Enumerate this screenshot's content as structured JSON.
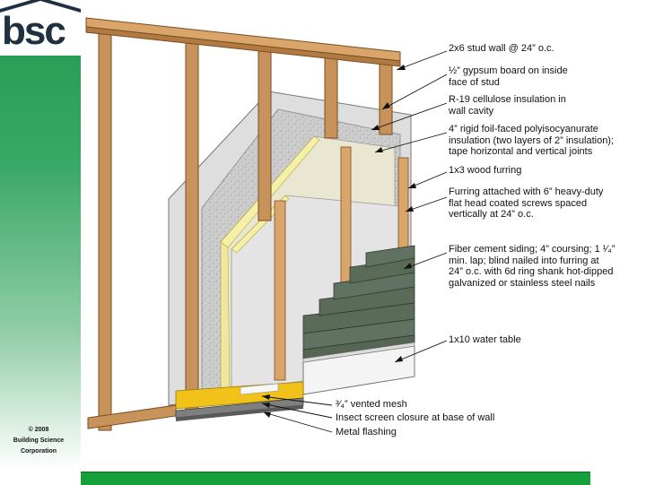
{
  "logo": {
    "text": "bsc"
  },
  "copyright": {
    "line1": "© 2008",
    "line2": "Building Science",
    "line3": "Corporation"
  },
  "callouts": {
    "stud_wall": [
      "2x6 stud wall @ 24” o.c."
    ],
    "gypsum": [
      "½” gypsum board on inside",
      "face of stud"
    ],
    "insulation": [
      "R-19 cellulose insulation in",
      "wall cavity"
    ],
    "rigid": [
      "4” rigid foil-faced polyisocyanurate",
      "insulation (two layers of 2” insulation);",
      "tape horizontal and vertical joints"
    ],
    "furring": [
      "1x3 wood furring"
    ],
    "furring_attached": [
      "Furring attached with 6” heavy-duty",
      "flat head coated screws spaced",
      "vertically at 24” o.c."
    ],
    "siding": [
      "Fiber cement siding; 4” coursing; 1 ¹⁄₄”",
      "min. lap; blind nailed into furring at",
      "24” o.c. with 6d ring shank hot-dipped",
      "galvanized or stainless steel nails"
    ],
    "water_table": [
      "1x10 water table"
    ],
    "mesh": [
      "³⁄₄” vented mesh"
    ],
    "screen": [
      "Insect screen closure at base of wall"
    ],
    "flashing": [
      "Metal flashing"
    ]
  },
  "colors": {
    "wood": "#c8935a",
    "wood_dark": "#7a4e22",
    "gypsum": "#dcdcdc",
    "cellulose": "#c9c9c9",
    "foam": "#f3efc0",
    "siding": "#5a6b58",
    "mesh": "#f0c21a",
    "accent_green": "#15a03c"
  }
}
